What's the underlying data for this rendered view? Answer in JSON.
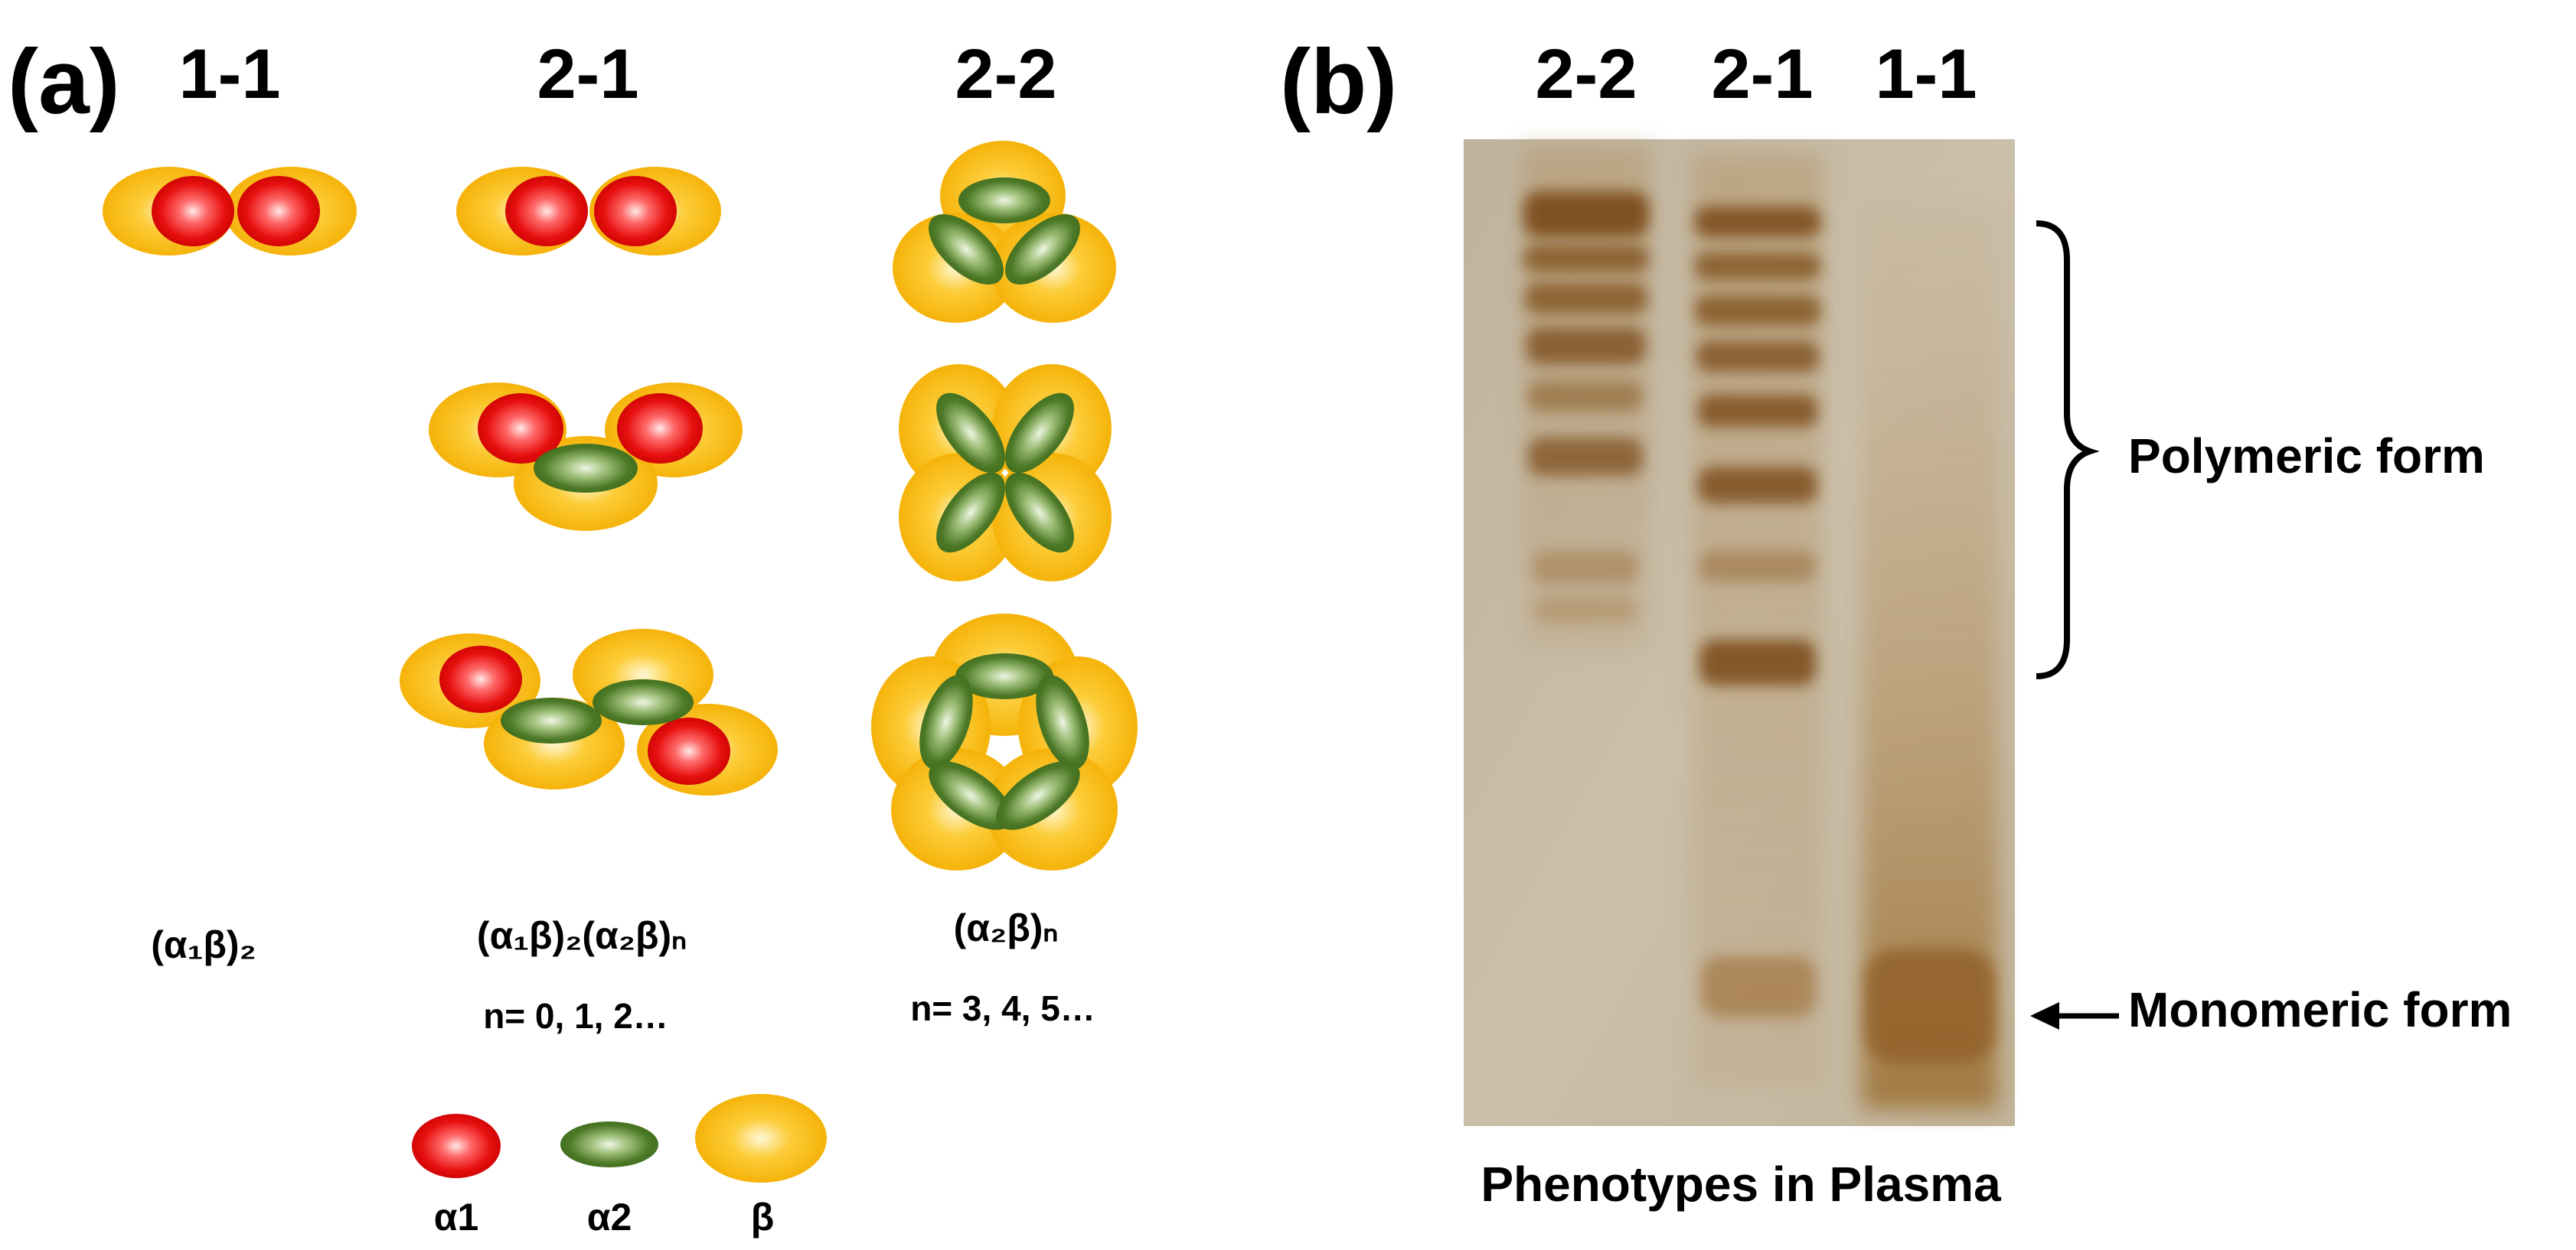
{
  "panel_a": {
    "label": "(a)",
    "columns": [
      {
        "title": "1-1",
        "formula": "(α₁β)₂",
        "note": ""
      },
      {
        "title": "2-1",
        "formula": "(α₁β)₂(α₂β)ₙ",
        "note": "n= 0, 1, 2…"
      },
      {
        "title": "2-2",
        "formula": "(α₂β)ₙ",
        "note": "n= 3, 4, 5…"
      }
    ],
    "legend": [
      {
        "symbol": "alpha1-subunit",
        "label": "α1",
        "color": "#e41111"
      },
      {
        "symbol": "alpha2-subunit",
        "label": "α2",
        "color": "#4e7a28"
      },
      {
        "symbol": "beta-subunit",
        "label": "β",
        "color": "#f7b500"
      }
    ]
  },
  "panel_b": {
    "label": "(b)",
    "lanes": [
      "2-2",
      "2-1",
      "1-1"
    ],
    "caption": "Phenotypes in Plasma",
    "annotations": {
      "polymeric": "Polymeric form",
      "monomeric": "Monomeric form"
    },
    "colors": {
      "gel_background": "#c4b8a2",
      "band": "#7a4a14"
    }
  }
}
